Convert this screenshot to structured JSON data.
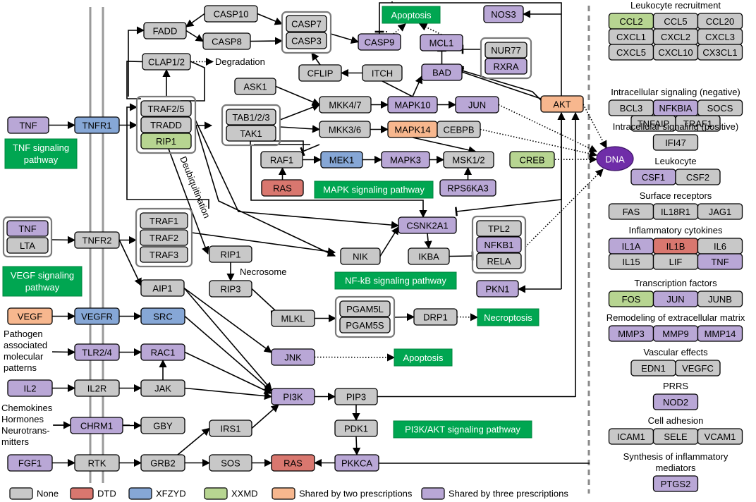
{
  "colors": {
    "None": "#c8c8c8",
    "DTD": "#d9776f",
    "XFZYD": "#86a7d6",
    "XXMD": "#b7d591",
    "Shared2": "#f7b78e",
    "Shared3": "#b9a7d6",
    "DNA": "#6f2da8",
    "pathway": "#00a651"
  },
  "nodes": {
    "casp10": "CASP10",
    "fadd": "FADD",
    "casp8": "CASP8",
    "casp7": "CASP7",
    "casp3": "CASP3",
    "casp9": "CASP9",
    "apoptosis_top": "Apoptosis",
    "nos3": "NOS3",
    "mcl1": "MCL1",
    "nur77": "NUR77",
    "rxra": "RXRA",
    "clap": "CLAP1/2",
    "cflip": "CFLIP",
    "itch": "ITCH",
    "bad": "BAD",
    "ask1": "ASK1",
    "mkk47": "MKK4/7",
    "mapk10": "MAPK10",
    "jun_mid": "JUN",
    "akt": "AKT",
    "traf25": "TRAF2/5",
    "tradd": "TRADD",
    "rip1_a": "RIP1",
    "tab123": "TAB1/2/3",
    "tak1": "TAK1",
    "mkk36": "MKK3/6",
    "mapk14": "MAPK14",
    "cebpb": "CEBPB",
    "tnf_a": "TNF",
    "tnfr1": "TNFR1",
    "raf1": "RAF1",
    "mek1": "MEK1",
    "mapk3": "MAPK3",
    "msk12": "MSK1/2",
    "creb": "CREB",
    "ras_a": "RAS",
    "rps6ka3": "RPS6KA3",
    "dna": "DNA",
    "tnf_b": "TNF",
    "lta": "LTA",
    "tnfr2": "TNFR2",
    "traf1": "TRAF1",
    "traf2": "TRAF2",
    "traf3": "TRAF3",
    "csnk2a1": "CSNK2A1",
    "tpl2": "TPL2",
    "nfkb1": "NFKB1",
    "rela": "RELA",
    "nik": "NIK",
    "ikba": "IKBA",
    "rip1_b": "RIP1",
    "rip3": "RIP3",
    "aip1": "AIP1",
    "pkn1": "PKN1",
    "vegf": "VEGF",
    "vegfr": "VEGFR",
    "src": "SRC",
    "mlkl": "MLKL",
    "pgam5l": "PGAM5L",
    "pgam5s": "PGAM5S",
    "drp1": "DRP1",
    "necroptosis": "Necroptosis",
    "tlr24": "TLR2/4",
    "rac1": "RAC1",
    "jnk": "JNK",
    "apoptosis_b": "Apoptosis",
    "il2": "IL2",
    "il2r": "IL2R",
    "jak": "JAK",
    "pi3k": "PI3K",
    "pip3": "PIP3",
    "chrm1": "CHRM1",
    "gby": "GBY",
    "irs1": "IRS1",
    "pdk1": "PDK1",
    "fgf1": "FGF1",
    "rtk": "RTK",
    "grb2": "GRB2",
    "sos": "SOS",
    "ras_b": "RAS",
    "pkkca": "PKKCA"
  },
  "labels": {
    "degradation": "Degradation",
    "deubiquitination": "Deubiquitination",
    "necrosome": "Necrosome",
    "pamp": [
      "Pathogen",
      "associated",
      "molecular",
      "patterns"
    ],
    "chemokines": [
      "Chemokines",
      "Hormones",
      "Neurotrans-",
      "mitters"
    ]
  },
  "pathways": {
    "tnf": [
      "TNF signaling",
      "pathway"
    ],
    "vegf": [
      "VEGF signaling",
      "pathway"
    ],
    "mapk": [
      "MAPK signaling pathway"
    ],
    "nfkb": [
      "NF-kB signaling pathway"
    ],
    "pi3k": [
      "PI3K/AKT signaling pathway"
    ]
  },
  "right_panel": [
    {
      "title": [
        "Leukocyte recruitment"
      ],
      "rows": [
        [
          [
            "CCL2",
            "XXMD"
          ],
          [
            "CCL5",
            "None"
          ],
          [
            "CCL20",
            "None"
          ]
        ],
        [
          [
            "CXCL1",
            "None"
          ],
          [
            "CXCL2",
            "None"
          ],
          [
            "CXCL3",
            "None"
          ]
        ],
        [
          [
            "CXCL5",
            "None"
          ],
          [
            "CXCL10",
            "None"
          ],
          [
            "CX3CL1",
            "None"
          ]
        ]
      ]
    },
    {
      "title": [
        "Intracellular signaling (negative)"
      ],
      "rows": [
        [
          [
            "BCL3",
            "None"
          ],
          [
            "NFKBIA",
            "Shared3"
          ],
          [
            "SOCS",
            "None"
          ]
        ],
        [
          [
            "TNFAIP",
            "None"
          ],
          [
            "TRAF1",
            "None"
          ]
        ]
      ]
    },
    {
      "title": [
        "Intracellular signaling (positive)"
      ],
      "rows": [
        [
          [
            "IFI47",
            "None"
          ]
        ]
      ]
    },
    {
      "title": [
        "Leukocyte"
      ],
      "rows": [
        [
          [
            "CSF1",
            "Shared3"
          ],
          [
            "CSF2",
            "None"
          ]
        ]
      ]
    },
    {
      "title": [
        "Surface receptors"
      ],
      "rows": [
        [
          [
            "FAS",
            "None"
          ],
          [
            "IL18R1",
            "None"
          ],
          [
            "JAG1",
            "None"
          ]
        ]
      ]
    },
    {
      "title": [
        "Inflammatory cytokines"
      ],
      "rows": [
        [
          [
            "IL1A",
            "Shared3"
          ],
          [
            "IL1B",
            "DTD"
          ],
          [
            "IL6",
            "None"
          ]
        ],
        [
          [
            "IL15",
            "None"
          ],
          [
            "LIF",
            "None"
          ],
          [
            "TNF",
            "Shared3"
          ]
        ]
      ]
    },
    {
      "title": [
        "Transcription factors"
      ],
      "rows": [
        [
          [
            "FOS",
            "XXMD"
          ],
          [
            "JUN",
            "Shared3"
          ],
          [
            "JUNB",
            "None"
          ]
        ]
      ]
    },
    {
      "title": [
        "Remodeling of extracellular matrix"
      ],
      "rows": [
        [
          [
            "MMP3",
            "Shared3"
          ],
          [
            "MMP9",
            "Shared3"
          ],
          [
            "MMP14",
            "Shared3"
          ]
        ]
      ]
    },
    {
      "title": [
        "Vascular effects"
      ],
      "rows": [
        [
          [
            "EDN1",
            "None"
          ],
          [
            "VEGFC",
            "None"
          ]
        ]
      ]
    },
    {
      "title": [
        "PRRS"
      ],
      "rows": [
        [
          [
            "NOD2",
            "Shared3"
          ]
        ]
      ]
    },
    {
      "title": [
        "Cell adhesion"
      ],
      "rows": [
        [
          [
            "ICAM1",
            "None"
          ],
          [
            "SELE",
            "None"
          ],
          [
            "VCAM1",
            "None"
          ]
        ]
      ]
    },
    {
      "title": [
        "Synthesis of inflammatory",
        "mediators"
      ],
      "rows": [
        [
          [
            "PTGS2",
            "Shared3"
          ]
        ]
      ]
    }
  ],
  "legend": [
    {
      "label": "None",
      "color": "None"
    },
    {
      "label": "DTD",
      "color": "DTD"
    },
    {
      "label": "XFZYD",
      "color": "XFZYD"
    },
    {
      "label": "XXMD",
      "color": "XXMD"
    },
    {
      "label": "Shared by two prescriptions",
      "color": "Shared2"
    },
    {
      "label": "Shared by three prescriptions",
      "color": "Shared3"
    }
  ]
}
